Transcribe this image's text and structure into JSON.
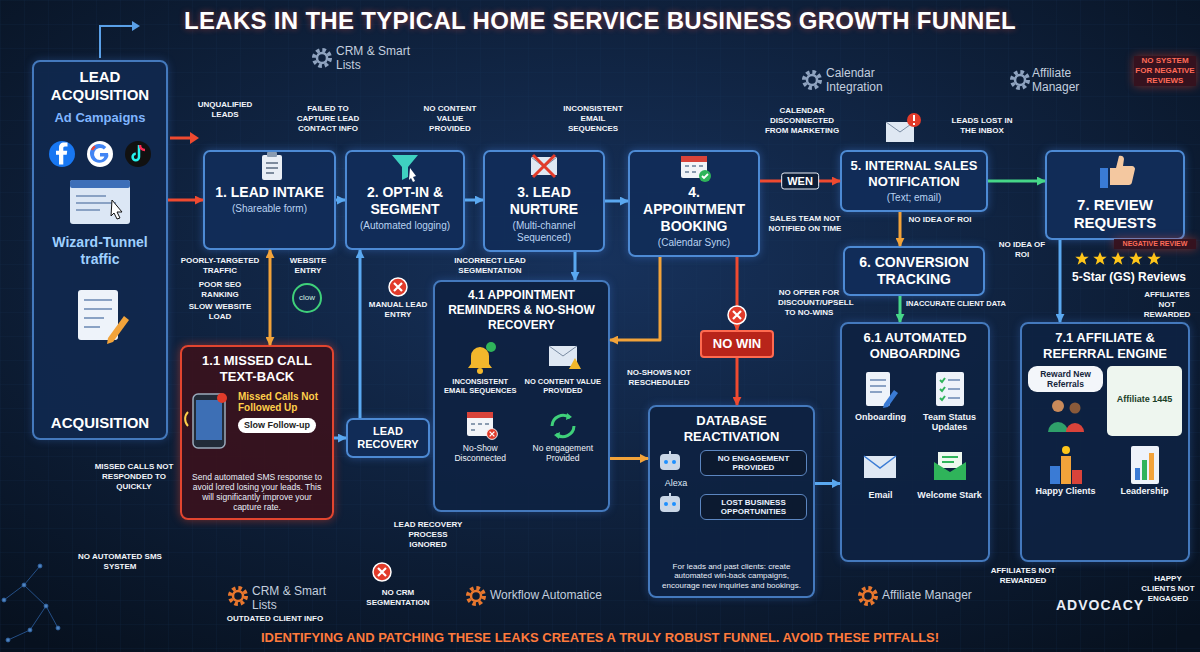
{
  "diagram": {
    "title": "LEAKS IN THE TYPICAL HOME SERVICE BUSINESS GROWTH FUNNEL",
    "caption": "IDENTIFYING AND PATCHING THESE LEAKS CREATES A TRULY ROBUST FUNNEL. AVOID THESE PITFALLS!",
    "nodes": [
      {
        "text": [
          "LEAD ACQUISITION",
          "Ad Campaigns",
          "Wizard-Tunnel traffic",
          "ACQUISITION"
        ]
      },
      {
        "text": [
          "1. LEAD INTAKE",
          "(Shareable form)"
        ]
      },
      {
        "text": [
          "2. OPT-IN & SEGMENT",
          "(Automated logging)"
        ]
      },
      {
        "text": [
          "3. LEAD NURTURE",
          "(Multi-channel Sequenced)"
        ]
      },
      {
        "text": [
          "4. APPOINTMENT BOOKING",
          "(Calendar Sync)"
        ]
      },
      {
        "text": [
          "5. INTERNAL SALES NOTIFICATION",
          "(Text; email)"
        ]
      },
      {
        "text": [
          "7. REVIEW REQUESTS"
        ]
      },
      {
        "text": [
          "1.1 MISSED CALL TEXT-BACK",
          "Missed Calls Not Followed Up",
          "Slow Follow-up",
          "Send automated SMS response to avoid lored losing your leads. This will significantly improve your capture rate."
        ]
      },
      {
        "text": [
          "LEAD RECOVERY"
        ]
      },
      {
        "text": [
          "4.1 APPOINTMENT REMINDERS & NO-SHOW RECOVERY",
          "INCONSISTENT EMAIL SEQUENCES",
          "NO CONTENT VALUE PROVIDED",
          "No-Show Disconnected",
          "No engagement Provided"
        ]
      },
      {
        "text": [
          "NO WIN"
        ]
      },
      {
        "text": [
          "DATABASE REACTIVATION",
          "NO ENGAGEMENT PROVIDED",
          "Alexa",
          "LOST BUSINESS OPPORTUNITIES",
          "For leads and past clients: create automated win-back campaigns, encourage new inquiries and bookings."
        ]
      },
      {
        "text": [
          "6. CONVERSION TRACKING"
        ]
      },
      {
        "text": [
          "6.1 AUTOMATED ONBOARDING",
          "Onboarding",
          "Team Status Updates",
          "Email",
          "Welcome Stark"
        ]
      },
      {
        "text": [
          "7.1 AFFILIATE & REFERRAL ENGINE",
          "Reward New Referrals",
          "Affiliate 1445",
          "Happy Clients",
          "Leadership"
        ]
      }
    ],
    "edges": [
      {
        "from": 0,
        "to": 1,
        "arrow": "to"
      },
      {
        "from": 1,
        "to": 2,
        "arrow": "to"
      },
      {
        "from": 2,
        "to": 3,
        "arrow": "to"
      },
      {
        "from": 3,
        "to": 4,
        "arrow": "to"
      },
      {
        "from": 4,
        "to": 5,
        "label": "WEN",
        "arrow": "to"
      },
      {
        "from": 5,
        "to": 6,
        "arrow": "to"
      },
      {
        "from": 5,
        "to": 12,
        "arrow": "to"
      },
      {
        "from": 12,
        "to": 13,
        "arrow": "to"
      },
      {
        "from": 6,
        "to": 14,
        "arrow": "to"
      },
      {
        "from": 4,
        "to": 10,
        "arrow": "to"
      },
      {
        "from": 10,
        "to": 11,
        "arrow": "to"
      },
      {
        "from": 1,
        "to": 7,
        "arrow": "both"
      },
      {
        "from": 8,
        "to": 2,
        "arrow": "to"
      },
      {
        "from": 7,
        "to": 8,
        "arrow": "to"
      },
      {
        "from": 3,
        "to": 9,
        "arrow": "to"
      },
      {
        "from": 4,
        "to": 9,
        "arrow": "to"
      },
      {
        "from": 9,
        "to": 11,
        "arrow": "to"
      },
      {
        "from": 11,
        "to": 13,
        "arrow": "to"
      }
    ],
    "labels": [
      "UNQUALIFIED LEADS",
      "CRM & Smart Lists",
      "FAILED TO CAPTURE LEAD CONTACT INFO",
      "NO CONTENT VALUE PROVIDED",
      "INCONSISTENT EMAIL SEQUENCES",
      "Calendar Integration",
      "CALENDAR DISCONNECTED FROM MARKETING",
      "LEADS LOST IN THE INBOX",
      "Affiliate Manager",
      "NO SYSTEM FOR NEGATIVE REVIEWS",
      "POORLY-TARGETED TRAFFIC",
      "POOR SEO RANKING",
      "SLOW WEBSITE LOAD",
      "WEBSITE ENTRY",
      "clow",
      "MANUAL LEAD ENTRY",
      "INCORRECT LEAD SEGMENTATION",
      "SALES TEAM NOT NOTIFIED ON TIME",
      "NO IDEA OF ROI",
      "NO IDEA OF ROI",
      "NEGATIVE REVIEW",
      "5-Star (GS) Reviews",
      "AFFILIATES NOT REWARDED",
      "INACCURATE CLIENT DATA",
      "NO OFFER FOR DISCOUNT/UPSELL TO NO-WINS",
      "NO-SHOWS NOT RESCHEDULED",
      "MISSED CALLS NOT RESPONDED TO QUICKLY",
      "NO AUTOMATED SMS SYSTEM",
      "LEAD RECOVERY PROCESS IGNORED",
      "CRM & Smart Lists",
      "NO CRM SEGMENTATION",
      "Workflow Automatice",
      "OUTDATED CLIENT INFO",
      "Affiliate Manager",
      "AFFILIATES NOT REWARDED",
      "ADVOCACY",
      "HAPPY CLIENTS NOT ENGAGED"
    ]
  }
}
